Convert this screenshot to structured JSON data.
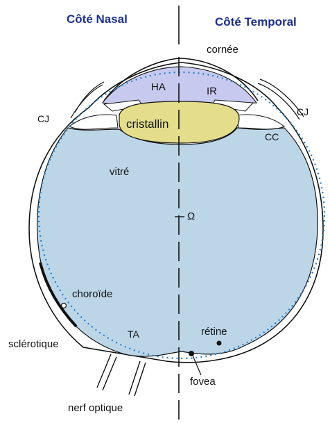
{
  "headers": {
    "nasal": "Côté  Nasal",
    "temporal": "Côté  Temporal"
  },
  "labels": {
    "cornea": "cornée",
    "ha": "HA",
    "ir": "IR",
    "cj_left": "CJ",
    "cj_right": "CJ",
    "lens": "cristallin",
    "cc": "CC",
    "vitreous": "vitré",
    "omega": "Ω",
    "choroid": "choroïde",
    "sclera": "sclérotique",
    "ta": "TA",
    "retina": "rétine",
    "fovea": "fovea",
    "optic_nerve": "nerf  optique"
  },
  "colors": {
    "vitreous": "#bcd6e8",
    "aqueous": "#c7c9ee",
    "lens": "#e3dd8c",
    "outline": "#111111",
    "dotted_circle": "#1d7fd0",
    "header_text": "#1b2f8c"
  }
}
